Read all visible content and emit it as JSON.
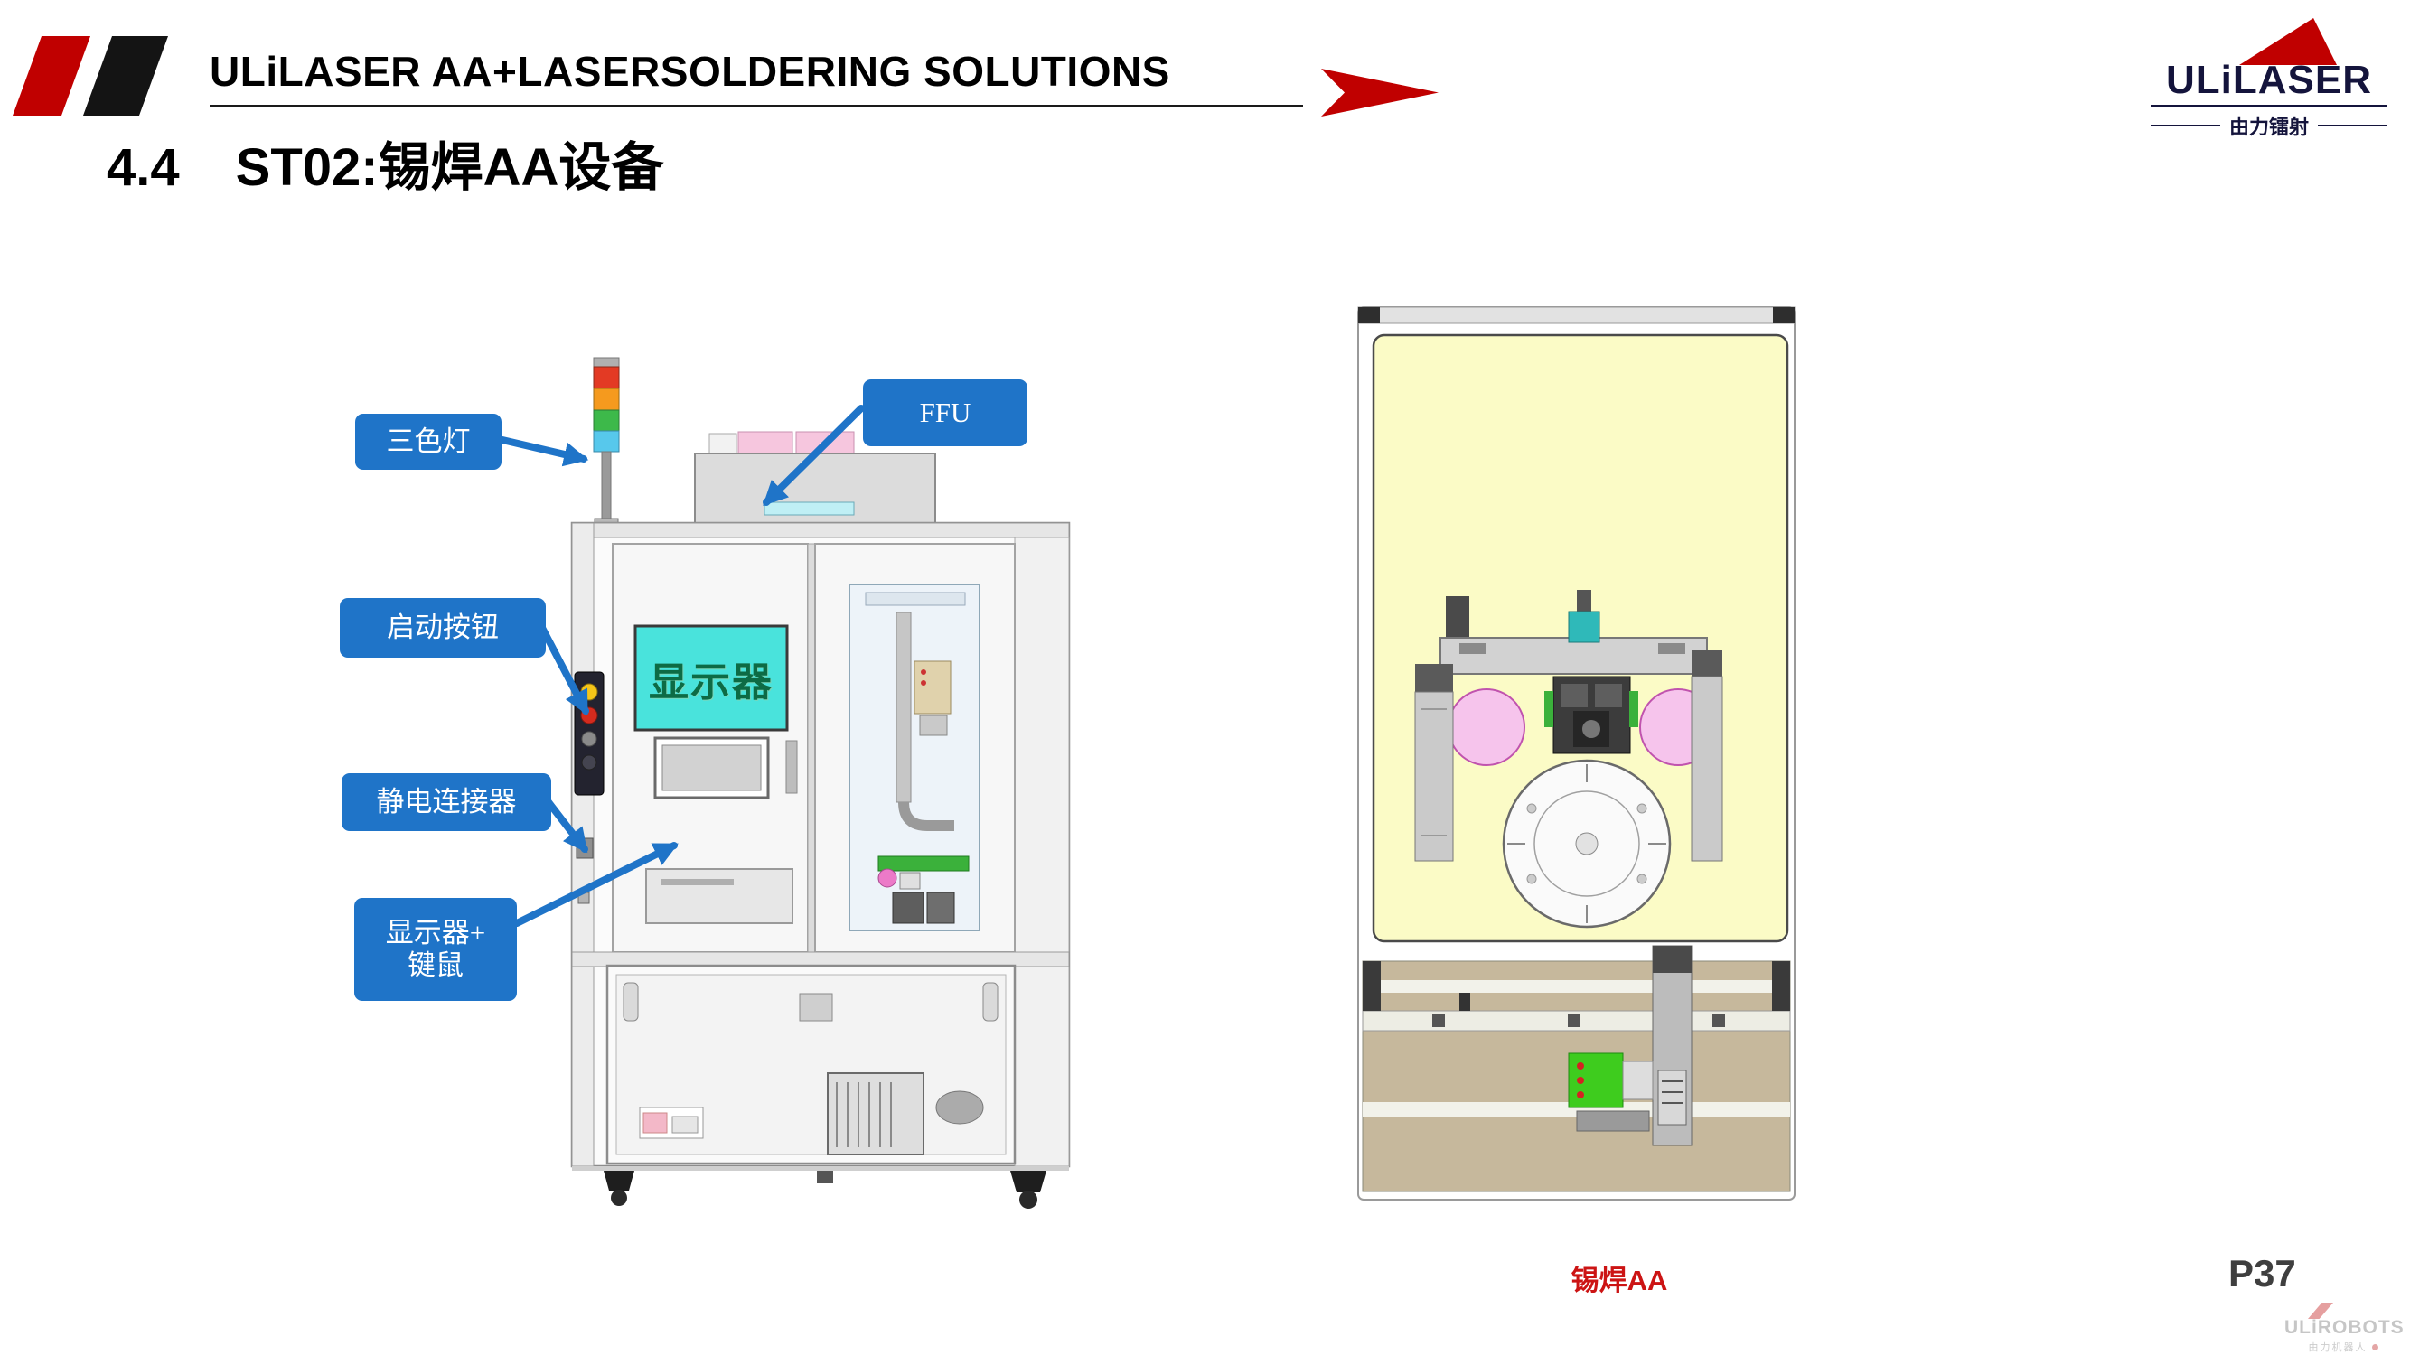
{
  "header": {
    "title": "ULiLASER AA+LASERSOLDERING SOLUTIONS",
    "logo": {
      "name": "ULiLASER",
      "subtitle": "由力镭射"
    }
  },
  "slide_title": {
    "number": "4.4",
    "text": "ST02:锡焊AA设备"
  },
  "callouts": {
    "tricolor_light": "三色灯",
    "ffu": "FFU",
    "start_button": "启动按钮",
    "esd_connector": "静电连接器",
    "display_line1": "显示器+",
    "display_line2": "键鼠"
  },
  "front_view": {
    "screen_label": "显示器"
  },
  "top_view": {
    "caption": "锡焊AA"
  },
  "footer": {
    "page_number": "P37",
    "watermark": "ULiROBOTS",
    "watermark_sub": "由力机器人"
  },
  "colors": {
    "accent_red": "#C00000",
    "callout_blue": "#1F74C8",
    "panel_yellow": "#FBFBC6",
    "conveyor_tan": "#C6B89C",
    "screen_cyan": "#49E3DC",
    "logo_navy": "#14143C"
  }
}
